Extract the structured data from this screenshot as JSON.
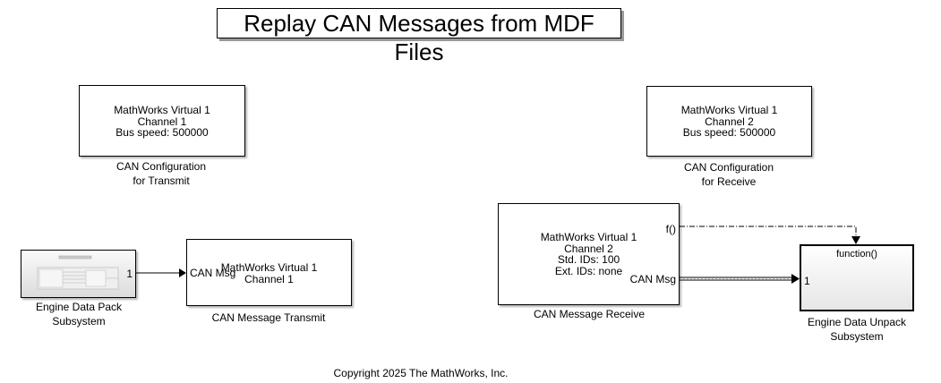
{
  "title": "Replay CAN Messages from MDF Files",
  "blocks": {
    "config_tx": {
      "lines": [
        "MathWorks Virtual 1",
        "Channel 1",
        "Bus speed: 500000"
      ],
      "caption": [
        "CAN Configuration",
        "for Transmit"
      ]
    },
    "config_rx": {
      "lines": [
        "MathWorks Virtual 1",
        "Channel 2",
        "Bus speed: 500000"
      ],
      "caption": [
        "CAN Configuration",
        "for Receive"
      ]
    },
    "transmit": {
      "lines": [
        "MathWorks Virtual 1",
        "Channel 1"
      ],
      "input_port": "CAN Msg",
      "caption": "CAN Message Transmit"
    },
    "receive": {
      "lines": [
        "MathWorks Virtual 1",
        "Channel 2",
        "Std. IDs: 100",
        "Ext. IDs: none"
      ],
      "fcn_port": "f()",
      "output_port": "CAN Msg",
      "caption": "CAN Message Receive"
    },
    "pack": {
      "output_port": "1",
      "caption": [
        "Engine Data Pack",
        "Subsystem"
      ]
    },
    "unpack": {
      "trigger_label": "function()",
      "input_port": "1",
      "caption": [
        "Engine Data Unpack",
        "Subsystem"
      ]
    }
  },
  "copyright": "Copyright 2025 The MathWorks, Inc."
}
